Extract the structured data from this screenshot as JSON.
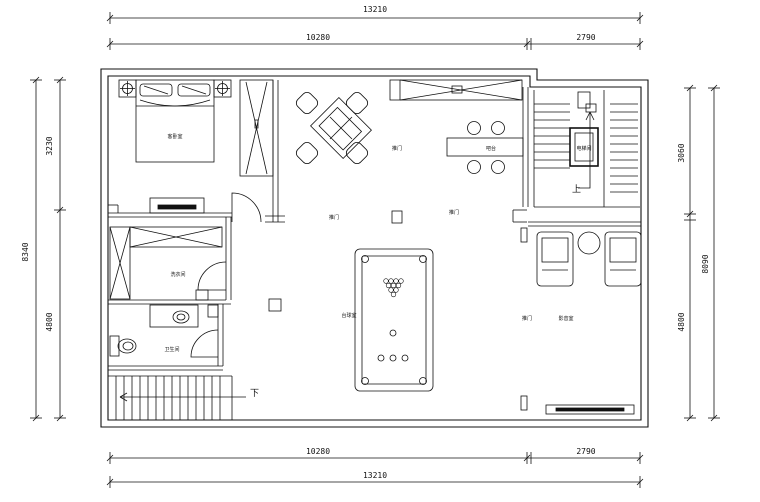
{
  "dimensions": {
    "top_total": "13210",
    "top_left": "10280",
    "top_right": "2790",
    "bottom_left": "10280",
    "bottom_right": "2790",
    "bottom_total": "13210",
    "left_total": "8340",
    "left_upper": "3230",
    "left_lower": "4800",
    "right_total": "8090",
    "right_upper": "3060",
    "right_lower": "4800"
  },
  "rooms": {
    "bedroom": "客卧室",
    "laundry": "洗衣间",
    "bathroom": "卫生间",
    "bar": "吧台",
    "billiards": "台球室",
    "media": "影音室",
    "elevator": "电梯间",
    "door1": "推门",
    "door2": "推门",
    "door3": "推门",
    "door4": "推门"
  },
  "stairs": {
    "up": "上",
    "down": "下"
  }
}
